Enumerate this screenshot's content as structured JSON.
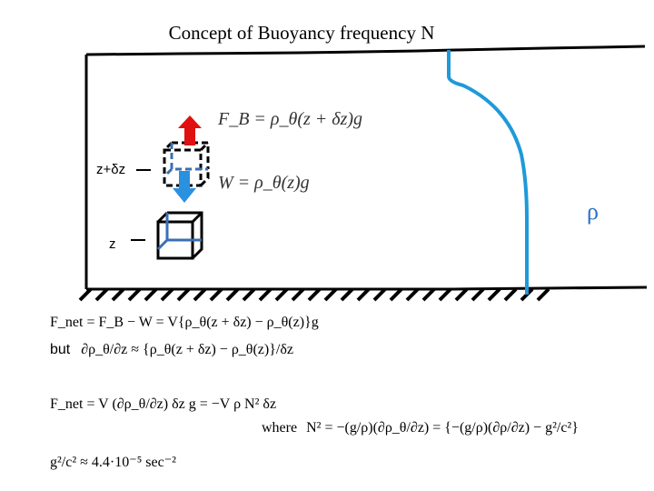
{
  "title": "Concept of Buoyancy frequency N",
  "diagram": {
    "force_buoyancy": "F_B = ρ_θ(z + δz)g",
    "force_weight": "W = ρ_θ(z)g",
    "level_upper_label": "z+δz",
    "level_lower_label": "z",
    "density_label": "ρ"
  },
  "equations": {
    "eq1": "F_net = F_B − W = V{ρ_θ(z + δz) − ρ_θ(z)}g",
    "eq2_prefix": "but",
    "eq2": "∂ρ_θ/∂z ≈ {ρ_θ(z + δz) − ρ_θ(z)}/δz",
    "eq3": "F_net = V (∂ρ_θ/∂z) δz g = −V ρ N² δz",
    "eq3_where": "where",
    "eq3b": "N² = −(g/ρ)(∂ρ_θ/∂z) = {−(g/ρ)(∂ρ/∂z) − g²/c²}",
    "eq4": "g²/c² ≈ 4.4·10⁻⁵ sec⁻²"
  },
  "colors": {
    "profile": "#1e9ad8",
    "up_arrow": "#e01010",
    "down_arrow": "#2a90e0",
    "cube_inner": "#3a6fb5",
    "rho_label": "#2a6fc9"
  }
}
